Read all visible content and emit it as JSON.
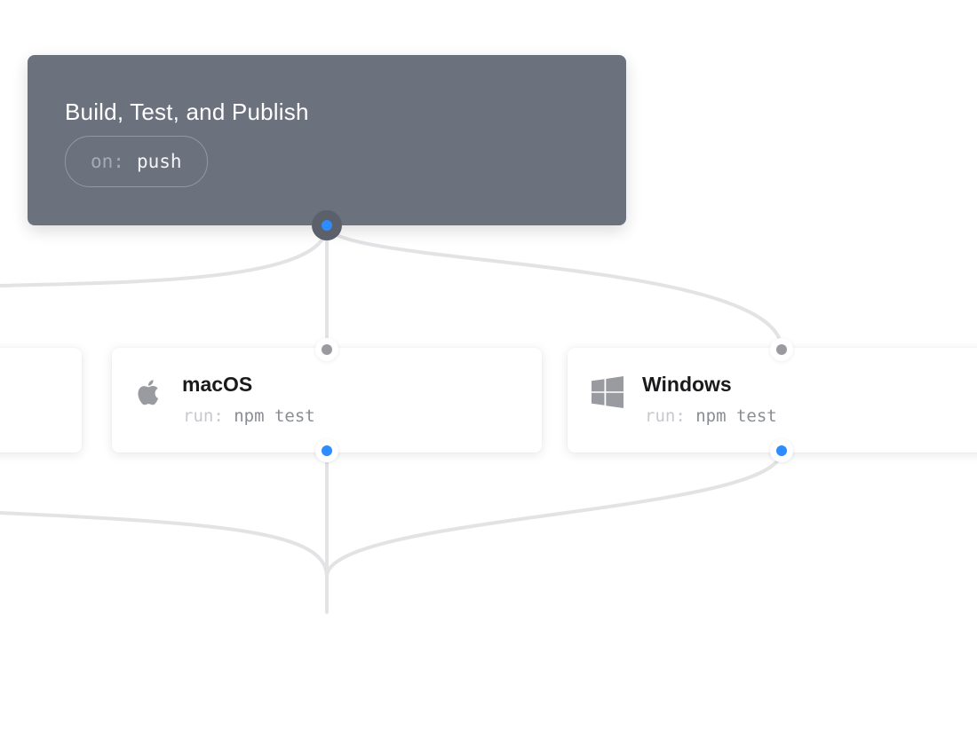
{
  "workflow": {
    "title": "Build, Test, and Publish",
    "trigger_key": "on:",
    "trigger_value": "push"
  },
  "jobs": [
    {
      "name": "macOS",
      "icon": "apple-icon",
      "run_key": "run:",
      "run_value": "npm test"
    },
    {
      "name": "Windows",
      "icon": "windows-icon",
      "run_key": "run:",
      "run_value": "npm test"
    }
  ],
  "colors": {
    "trigger_bg": "#6b717d",
    "port_active": "#2d8cff",
    "port_idle": "#9a9ba1",
    "wire": "#e3e3e6",
    "icon": "#9a9ba1"
  }
}
